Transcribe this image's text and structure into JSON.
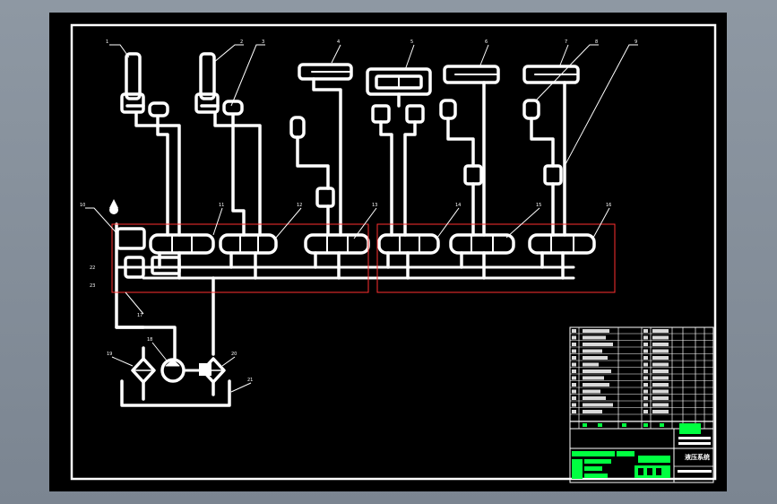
{
  "colors": {
    "viewport_bg": "#86909b",
    "sheet_bg": "#000000",
    "lines": "#ffffff",
    "group_frame": "#ff3030",
    "title_block_accent": "#00ff40"
  },
  "leaders": [
    {
      "id": "1",
      "label": "1"
    },
    {
      "id": "2",
      "label": "2"
    },
    {
      "id": "3",
      "label": "3"
    },
    {
      "id": "4",
      "label": "4"
    },
    {
      "id": "5",
      "label": "5"
    },
    {
      "id": "6",
      "label": "6"
    },
    {
      "id": "7",
      "label": "7"
    },
    {
      "id": "8",
      "label": "8"
    },
    {
      "id": "9",
      "label": "9"
    },
    {
      "id": "10",
      "label": "10"
    },
    {
      "id": "11",
      "label": "11"
    },
    {
      "id": "12",
      "label": "12"
    },
    {
      "id": "13",
      "label": "13"
    },
    {
      "id": "14",
      "label": "14"
    },
    {
      "id": "15",
      "label": "15"
    },
    {
      "id": "16",
      "label": "16"
    },
    {
      "id": "17",
      "label": "17"
    },
    {
      "id": "18",
      "label": "18"
    },
    {
      "id": "19",
      "label": "19"
    },
    {
      "id": "20",
      "label": "20"
    },
    {
      "id": "21",
      "label": "21"
    },
    {
      "id": "22",
      "label": "22"
    },
    {
      "id": "23",
      "label": "23"
    }
  ],
  "title_block": {
    "drawing_title": "液压系统"
  }
}
